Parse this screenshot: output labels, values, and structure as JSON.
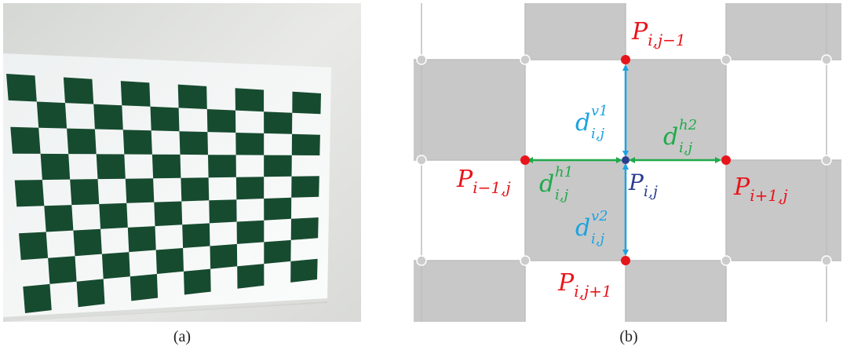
{
  "captions": {
    "a": "(a)",
    "b": "(b)"
  },
  "colors": {
    "board_green": "#164b2f",
    "paper": "#f4f5f5",
    "wall": "#e7e8e6",
    "grid_square": "#c8c8c8",
    "grid_line": "#bdbdbd",
    "dot_red": "#e8141b",
    "dot_gray": "#cccccc",
    "dot_center": "#2b3d8f",
    "arrow_blue": "#1ca3e0",
    "arrow_green": "#1faa4a",
    "label_red": "#e8141b",
    "label_center": "#2b3d8f"
  },
  "labels": {
    "top": {
      "main": "P",
      "sub": "i,j−1"
    },
    "left": {
      "main": "P",
      "sub": "i−1,j"
    },
    "right": {
      "main": "P",
      "sub": "i+1,j"
    },
    "bottom": {
      "main": "P",
      "sub": "i,j+1"
    },
    "center": {
      "main": "P",
      "sub": "i,j"
    },
    "dv1": {
      "main": "d",
      "sup": "v1",
      "sub": "i,j"
    },
    "dv2": {
      "main": "d",
      "sup": "v2",
      "sub": "i,j"
    },
    "dh1": {
      "main": "d",
      "sup": "h1",
      "sub": "i,j"
    },
    "dh2": {
      "main": "d",
      "sup": "h2",
      "sub": "i,j"
    }
  }
}
